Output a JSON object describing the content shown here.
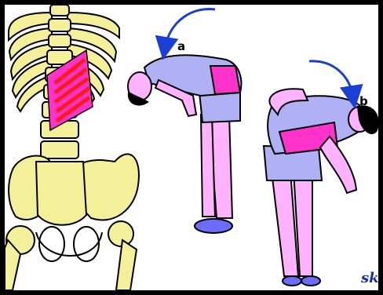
{
  "labels": {
    "a": "a",
    "b": "b"
  },
  "signature": "sk",
  "colors": {
    "border": "#000000",
    "bone": "#f4f09a",
    "muscle": "#ff1a1a",
    "muscle_highlight": "#ff33cc",
    "skin": "#ffb3ff",
    "clothing": "#b0b0f4",
    "shoes": "#6c6cff",
    "hair": "#000000",
    "arrow": "#1a3fd6"
  },
  "icons": {
    "skeleton": "lumbar-spine-pelvis-icon",
    "figure_a": "forward-bend-figure-icon",
    "figure_b": "side-bend-figure-icon",
    "arrow_a": "curved-arrow-icon",
    "arrow_b": "curved-arrow-icon"
  }
}
